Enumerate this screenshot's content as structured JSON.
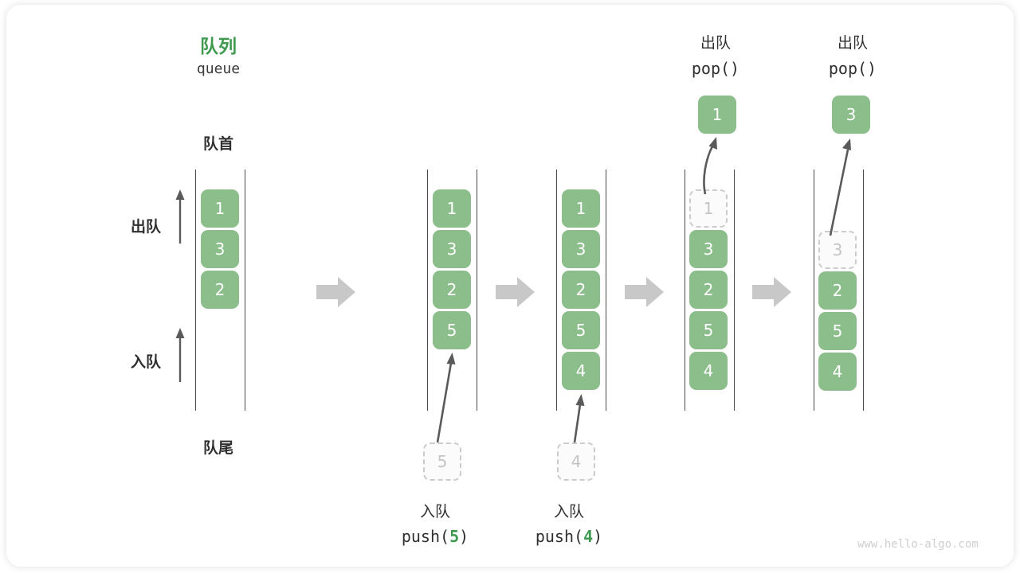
{
  "meta": {
    "watermark": "www.hello-algo.com",
    "accent_green": "#3f9a4f",
    "cell_green": "#8cbe8c",
    "ghost_gray": "#c4c4c4",
    "arrow_gray": "#5a5a5a",
    "block_arrow_gray": "#c8c8c8"
  },
  "header": {
    "title_cn": "队列",
    "title_en": "queue"
  },
  "labels": {
    "front": "队首",
    "rear": "队尾",
    "dequeue": "出队",
    "enqueue": "入队"
  },
  "stages": [
    {
      "id": "initial",
      "cells": [
        "1",
        "3",
        "2"
      ],
      "ghost_index": -1
    },
    {
      "id": "after-push-5",
      "cells": [
        "1",
        "3",
        "2",
        "5"
      ],
      "ghost_index": -1
    },
    {
      "id": "after-push-4",
      "cells": [
        "1",
        "3",
        "2",
        "5",
        "4"
      ],
      "ghost_index": -1
    },
    {
      "id": "after-pop-1",
      "cells": [
        "1",
        "3",
        "2",
        "5",
        "4"
      ],
      "ghost_index": 0
    },
    {
      "id": "after-pop-3",
      "cells": [
        "3",
        "2",
        "5",
        "4"
      ],
      "ghost_index": 0
    }
  ],
  "push_ops": [
    {
      "cn": "入队",
      "code_prefix": "push(",
      "code_num": "5",
      "code_suffix": ")",
      "pending_value": "5"
    },
    {
      "cn": "入队",
      "code_prefix": "push(",
      "code_num": "4",
      "code_suffix": ")",
      "pending_value": "4"
    }
  ],
  "pop_ops": [
    {
      "cn": "出队",
      "code": "pop()",
      "popped_value": "1"
    },
    {
      "cn": "出队",
      "code": "pop()",
      "popped_value": "3"
    }
  ]
}
